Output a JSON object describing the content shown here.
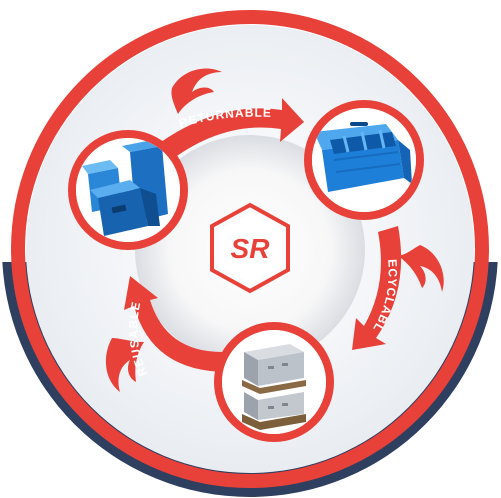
{
  "logo": {
    "text": "SR",
    "colors": {
      "primary": "#e8413a",
      "dark": "#2f3f5f"
    }
  },
  "cycle": {
    "steps": [
      {
        "id": "returnable",
        "label": "RETURNABLE"
      },
      {
        "id": "recyclable",
        "label": "RECYCLABLE"
      },
      {
        "id": "reusable",
        "label": "REUSABLE"
      }
    ],
    "items": [
      {
        "id": "blue-folding-boxes",
        "icon": "blue-corrugated-boxes-icon"
      },
      {
        "id": "blue-crate",
        "icon": "blue-plastic-crate-icon"
      },
      {
        "id": "grey-pallet-boxes",
        "icon": "grey-pallet-boxes-icon"
      }
    ]
  },
  "colors": {
    "accent": "#e8413a",
    "navy": "#2f3f5f",
    "inner_bg": "#eef1f5",
    "ring_white": "#ffffff"
  }
}
